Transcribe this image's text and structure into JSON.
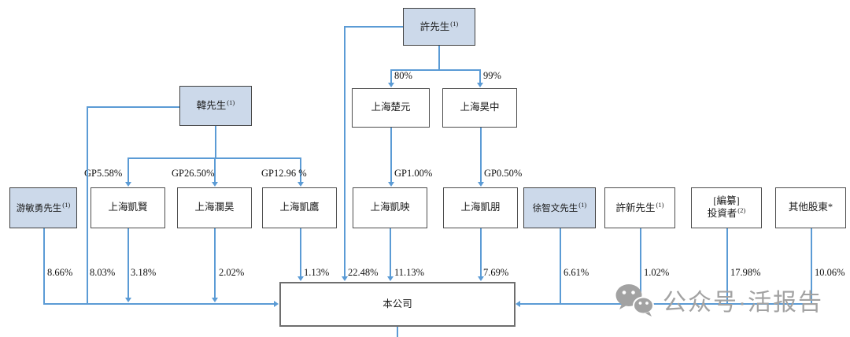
{
  "entities": {
    "mr_xu": {
      "label": "許先生",
      "sup": "(1)"
    },
    "mr_han": {
      "label": "韓先生",
      "sup": "(1)"
    },
    "chuyuan": {
      "label": "上海楚元"
    },
    "haozhong": {
      "label": "上海昊中"
    },
    "you_minyong": {
      "label": "游敏勇先生",
      "sup": "(1)"
    },
    "kaixian": {
      "label": "上海凱賢"
    },
    "lanhao": {
      "label": "上海瀾昊"
    },
    "kaiying_a": {
      "label": "上海凱鷹"
    },
    "kaiying_b": {
      "label": "上海凱映"
    },
    "kaipeng": {
      "label": "上海凱朋"
    },
    "xu_zhiwen": {
      "label": "徐智文先生",
      "sup": "(1)"
    },
    "xu_xin": {
      "label": "許新先生",
      "sup": "(1)"
    },
    "investors": {
      "line1": "[編纂]",
      "line2": "投資者",
      "sup": "(2)"
    },
    "others": {
      "label": "其他股東*"
    },
    "company": {
      "label": "本公司"
    }
  },
  "ownership_labels": {
    "chuyuan_pct": "80%",
    "haozhong_pct": "99%",
    "gp_kaixian": "GP5.58%",
    "gp_lanhao": "GP26.50%",
    "gp_kaiying_a": "GP12.96 %",
    "gp_kaiying_b": "GP1.00%",
    "gp_kaipeng": "GP0.50%",
    "you_minyong_pct": "8.66%",
    "han_direct_pct": "8.03%",
    "kaixian_pct": "3.18%",
    "lanhao_pct": "2.02%",
    "kaiying_a_pct": "1.13%",
    "xu_direct_pct": "22.48%",
    "kaiying_b_pct": "11.13%",
    "kaipeng_pct": "7.69%",
    "xu_zhiwen_pct": "6.61%",
    "xu_xin_pct": "1.02%",
    "investors_pct": "17.98%",
    "others_pct": "10.06%"
  },
  "watermark": {
    "icon": "wechat-icon",
    "text": "公众号·活报告"
  },
  "colors": {
    "connector_blue": "#5b9bd5",
    "entity_fill_blue": "#ccd9ea",
    "watermark_gray": "#a2a2a2"
  }
}
